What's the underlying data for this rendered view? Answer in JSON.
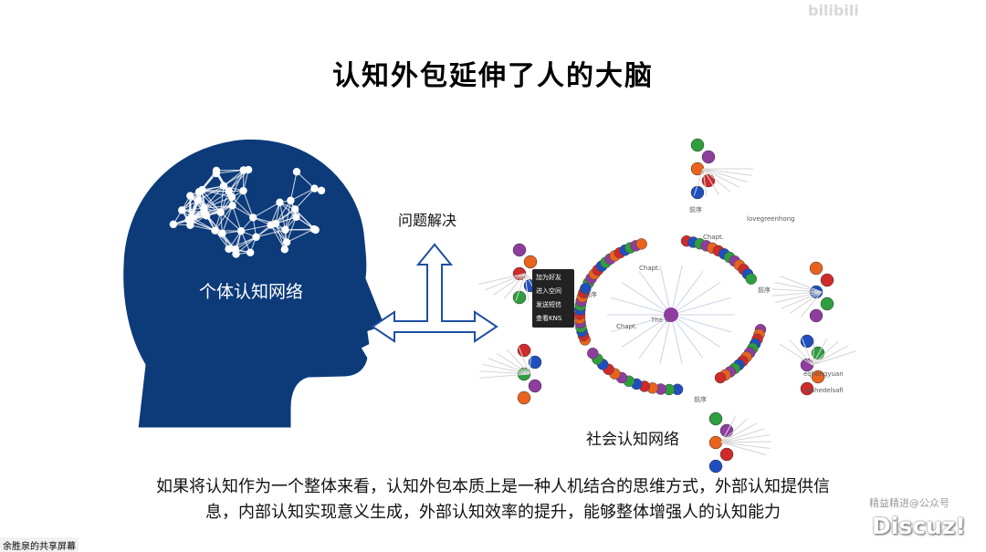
{
  "slide": {
    "title": "认知外包延伸了人的大脑",
    "head_label": "个体认知网络",
    "arrow_label": "问题解决",
    "social_label": "社会认知网络",
    "caption_line1": "如果将认知作为一个整体来看，认知外包本质上是一种人机结合的思维方式，外部认知提供信",
    "caption_line2": "息，内部认知实现意义生成，外部认知效率的提升，能够整体增强人的认知能力"
  },
  "network": {
    "context_menu": [
      "加为好友",
      "进入空间",
      "发送短信",
      "查看KNS"
    ],
    "center_label": "The C.",
    "node_labels": [
      "前序",
      "Chapt.",
      "lovegreenhong",
      "wahedelsafi",
      "eqhongyuan"
    ]
  },
  "overlay": {
    "watermark_top": "bilibili",
    "bottom_tag": "余胜泉的共享屏幕",
    "watermark_br": "精益精进@公众号",
    "discuz": "Discuz!"
  },
  "colors": {
    "head": "#0d3b7a",
    "arrow": "#1f4fa3",
    "node_green": "#2e9e3e",
    "node_purple": "#8e3d9e",
    "node_orange": "#e8641e",
    "node_red": "#d02a2a",
    "node_blue": "#1f4fbf"
  }
}
